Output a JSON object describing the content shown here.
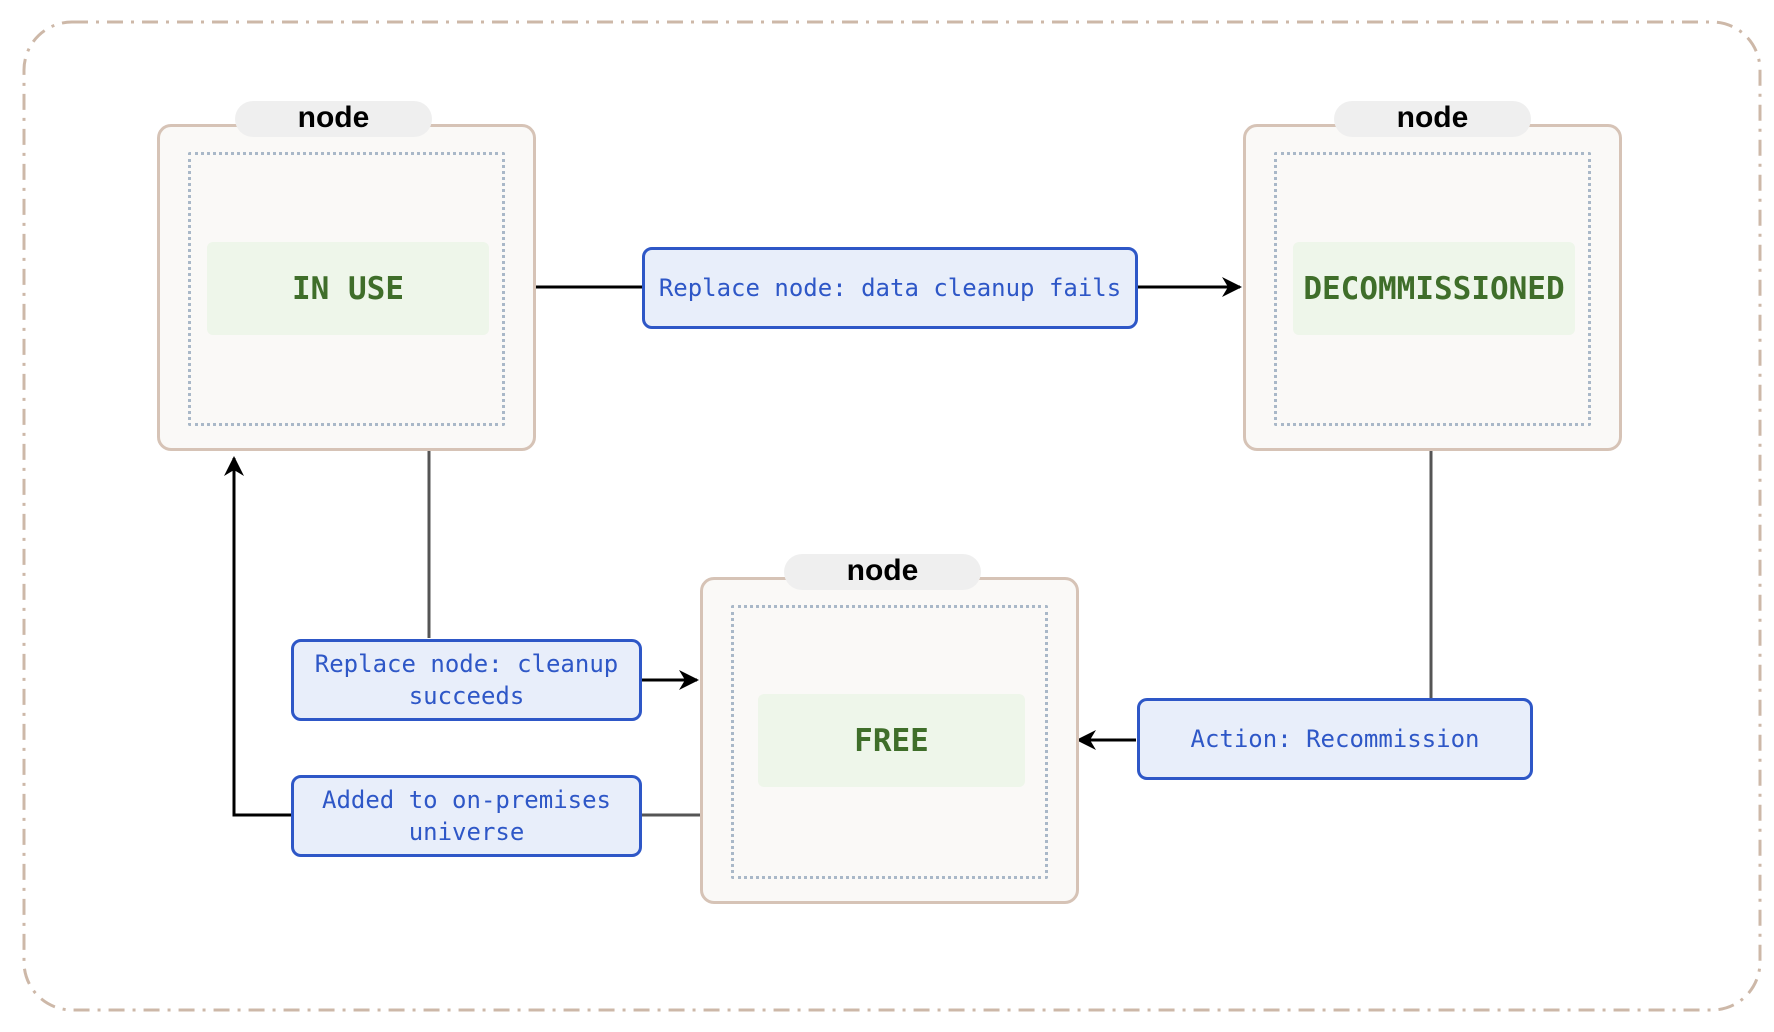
{
  "nodes": {
    "in_use": {
      "tab": "node",
      "state": "IN USE"
    },
    "decommissioned": {
      "tab": "node",
      "state": "DECOMMISSIONED"
    },
    "free": {
      "tab": "node",
      "state": "FREE"
    }
  },
  "edges": {
    "replace_fail": "Replace node: data cleanup fails",
    "replace_success": "Replace node: cleanup succeeds",
    "added": "Added to on-premises universe",
    "recommission": "Action: Recommission"
  },
  "colors": {
    "frame": "#d6c3b6",
    "state_text": "#3f6e2a",
    "edge_label": "#2e57c7"
  }
}
